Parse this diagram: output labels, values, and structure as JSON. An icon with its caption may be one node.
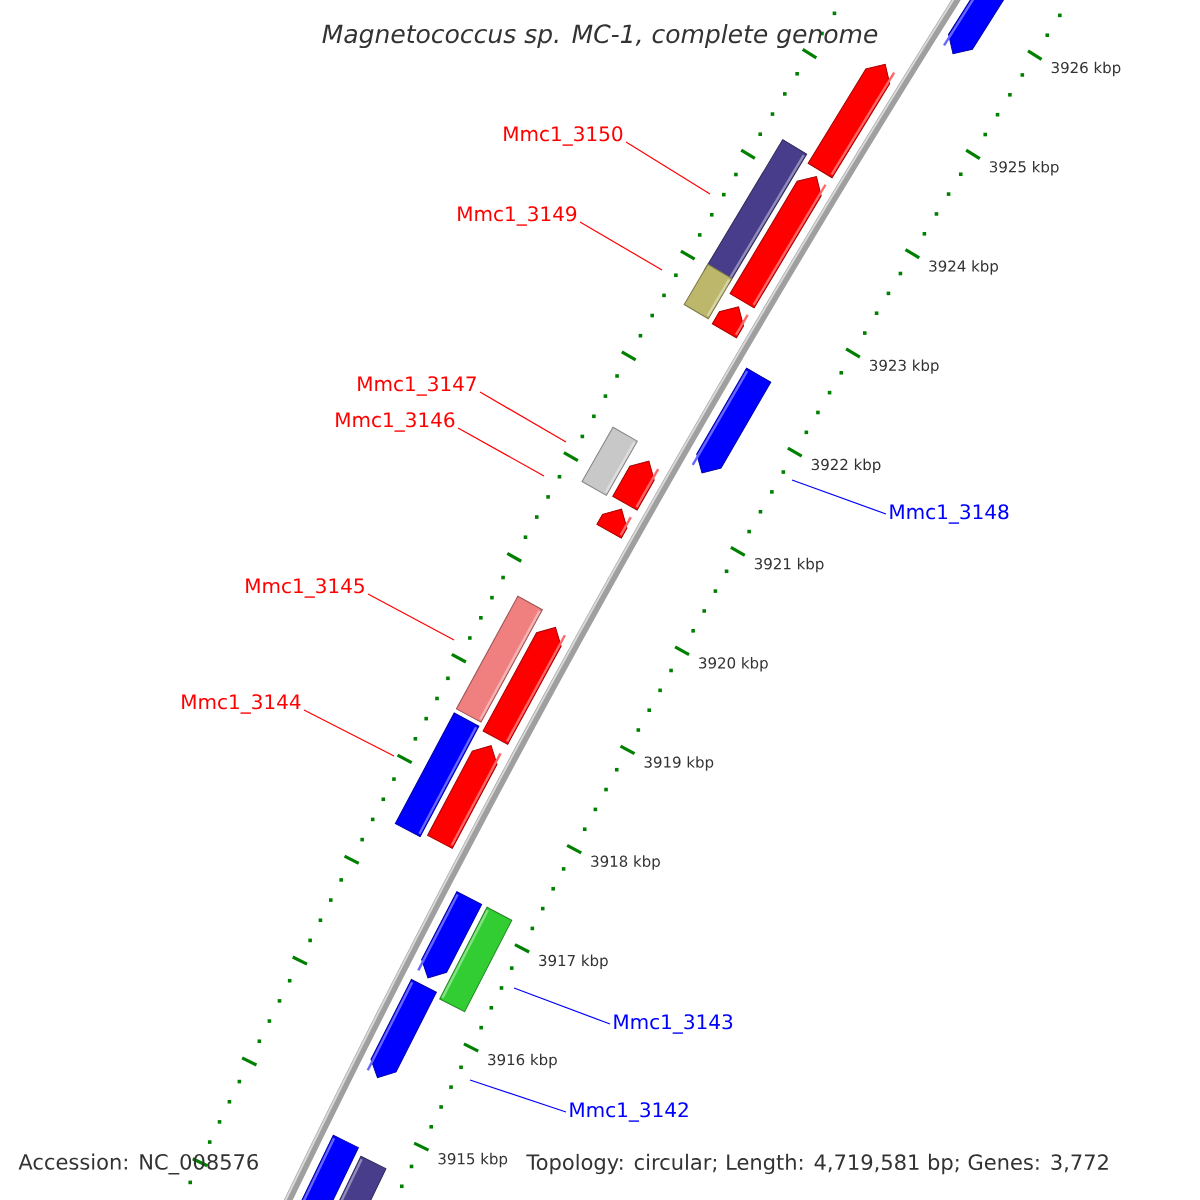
{
  "diagram": {
    "title": "Magnetococcus sp. MC-1, complete genome",
    "nodes": [
      {
        "text": [
          "Mmc1_3150"
        ]
      },
      {
        "text": [
          "Mmc1_3149"
        ]
      },
      {
        "text": [
          "Mmc1_3147"
        ]
      },
      {
        "text": [
          "Mmc1_3146"
        ]
      },
      {
        "text": [
          "Mmc1_3148"
        ]
      },
      {
        "text": [
          "Mmc1_3145"
        ]
      },
      {
        "text": [
          "Mmc1_3144"
        ]
      },
      {
        "text": [
          "Mmc1_3143"
        ]
      },
      {
        "text": [
          "Mmc1_3142"
        ]
      }
    ],
    "edges": [
      {
        "from": 0,
        "to": null,
        "arrow": "none"
      },
      {
        "from": 1,
        "to": null,
        "arrow": "none"
      },
      {
        "from": 2,
        "to": null,
        "arrow": "none"
      },
      {
        "from": 3,
        "to": null,
        "arrow": "none"
      },
      {
        "from": 4,
        "to": null,
        "arrow": "none",
        "color": "#0000ff"
      },
      {
        "from": 5,
        "to": null,
        "arrow": "none"
      },
      {
        "from": 6,
        "to": null,
        "arrow": "none"
      },
      {
        "from": 7,
        "to": null,
        "arrow": "none",
        "color": "#0000ff"
      },
      {
        "from": 8,
        "to": null,
        "arrow": "none",
        "color": "#0000ff"
      }
    ],
    "labels": [
      "3926 kbp",
      "3925 kbp",
      "3924 kbp",
      "3923 kbp",
      "3922 kbp",
      "3921 kbp",
      "3920 kbp",
      "3919 kbp",
      "3918 kbp",
      "3917 kbp",
      "3916 kbp",
      "3915 kbp",
      "Accession: NC_008576",
      "Topology: circular; Length: 4,719,581 bp; Genes: 3,772"
    ]
  }
}
